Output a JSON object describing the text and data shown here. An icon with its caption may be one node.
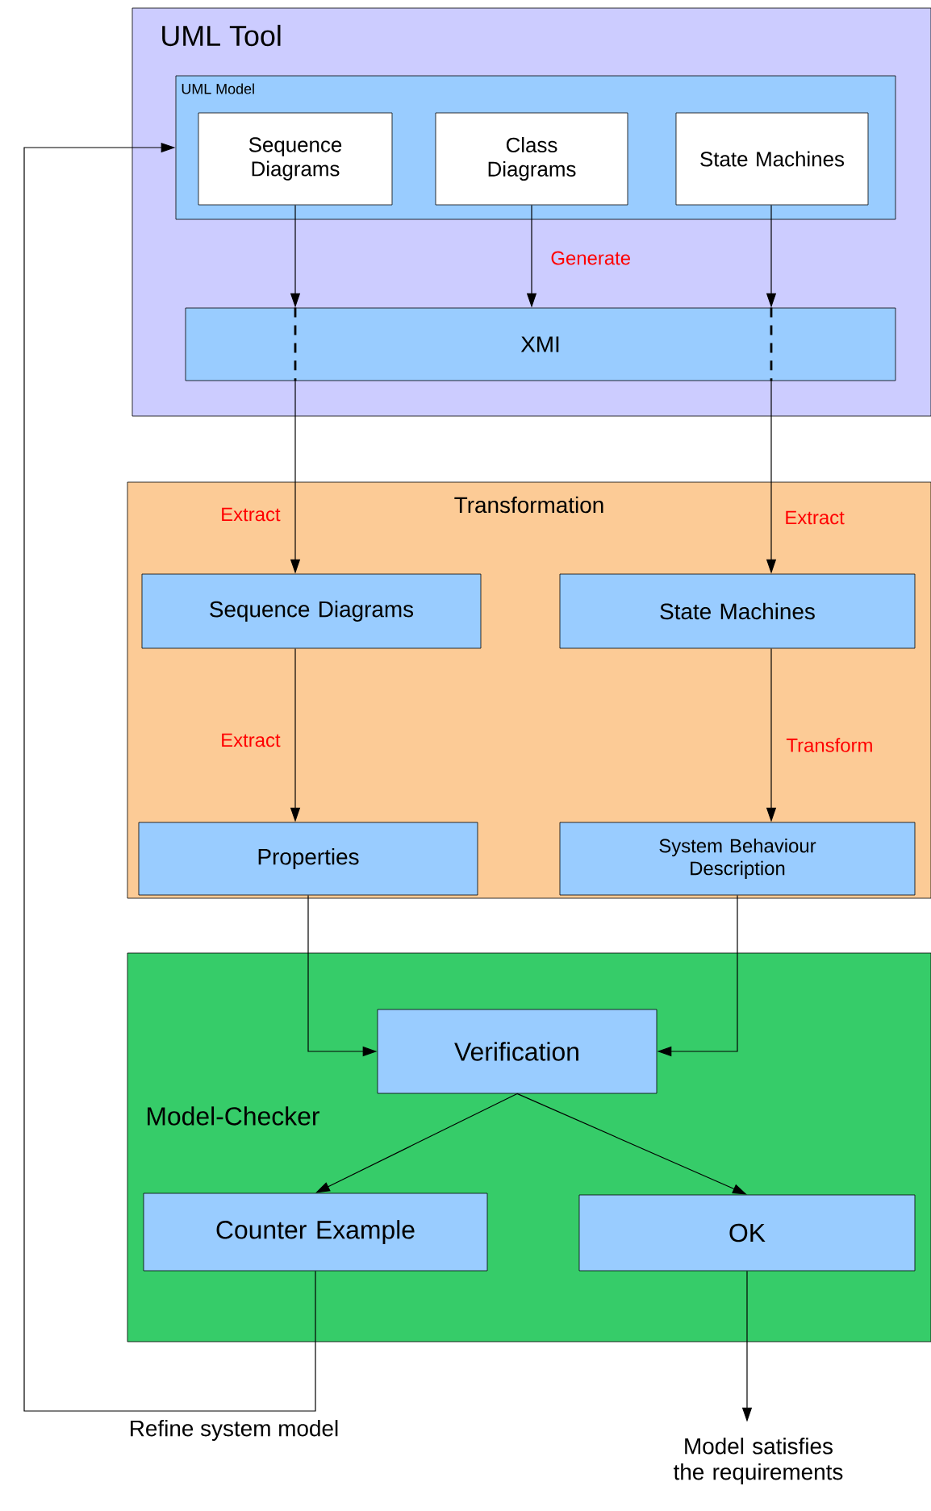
{
  "diagram": {
    "nodes": [
      {
        "text": [
          "UML Tool"
        ]
      },
      {
        "text": [
          "UML Model"
        ],
        "in": 0
      },
      {
        "text": [
          "Sequence Diagrams"
        ],
        "in": 1
      },
      {
        "text": [
          "Class Diagrams"
        ],
        "in": 1
      },
      {
        "text": [
          "State Machines"
        ],
        "in": 1
      },
      {
        "text": [
          "XMI"
        ],
        "in": 0
      },
      {
        "text": [
          "Transformation"
        ]
      },
      {
        "text": [
          "Sequence Diagrams"
        ],
        "in": 6
      },
      {
        "text": [
          "State Machines"
        ],
        "in": 6
      },
      {
        "text": [
          "Properties"
        ],
        "in": 6
      },
      {
        "text": [
          "System Behaviour Description"
        ],
        "in": 6
      },
      {
        "text": [
          "Model-Checker"
        ]
      },
      {
        "text": [
          "Verification"
        ],
        "in": 11
      },
      {
        "text": [
          "Counter Example"
        ],
        "in": 11
      },
      {
        "text": [
          "OK"
        ],
        "in": 11
      },
      {
        "text": [
          "Model satisfies the requirements"
        ]
      }
    ],
    "edges": [
      {
        "from": 2,
        "to": 5,
        "arrow": "to"
      },
      {
        "from": 3,
        "to": 5,
        "arrow": "to",
        "label": "Generate"
      },
      {
        "from": 4,
        "to": 5,
        "arrow": "to"
      },
      {
        "from": 5,
        "to": 7,
        "arrow": "to",
        "label": "Extract"
      },
      {
        "from": 5,
        "to": 8,
        "arrow": "to",
        "label": "Extract"
      },
      {
        "from": 7,
        "to": 9,
        "arrow": "to",
        "label": "Extract"
      },
      {
        "from": 8,
        "to": 10,
        "arrow": "to",
        "label": "Transform"
      },
      {
        "from": 9,
        "to": 12,
        "arrow": "to"
      },
      {
        "from": 10,
        "to": 12,
        "arrow": "to"
      },
      {
        "from": 12,
        "to": 13,
        "arrow": "to"
      },
      {
        "from": 12,
        "to": 14,
        "arrow": "to"
      },
      {
        "from": 13,
        "to": 1,
        "arrow": "to",
        "label": "Refine system model"
      },
      {
        "from": 14,
        "to": 15,
        "arrow": "to"
      }
    ]
  }
}
